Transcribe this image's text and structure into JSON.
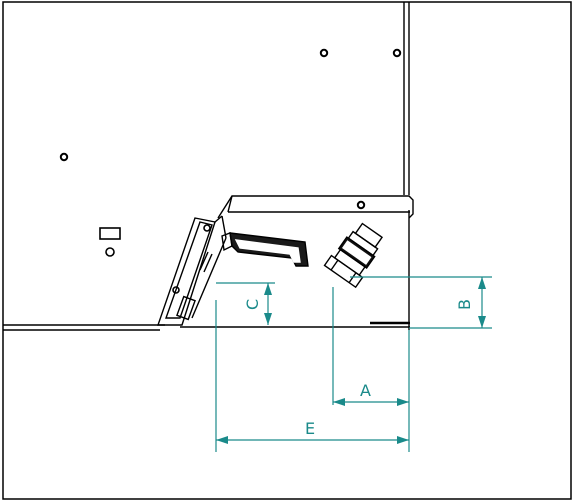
{
  "labels": {
    "A": "A",
    "B": "B",
    "C": "C",
    "E": "E"
  },
  "colors": {
    "outline": "#000000",
    "dimension": "#1a8a8a",
    "background": "#ffffff"
  }
}
